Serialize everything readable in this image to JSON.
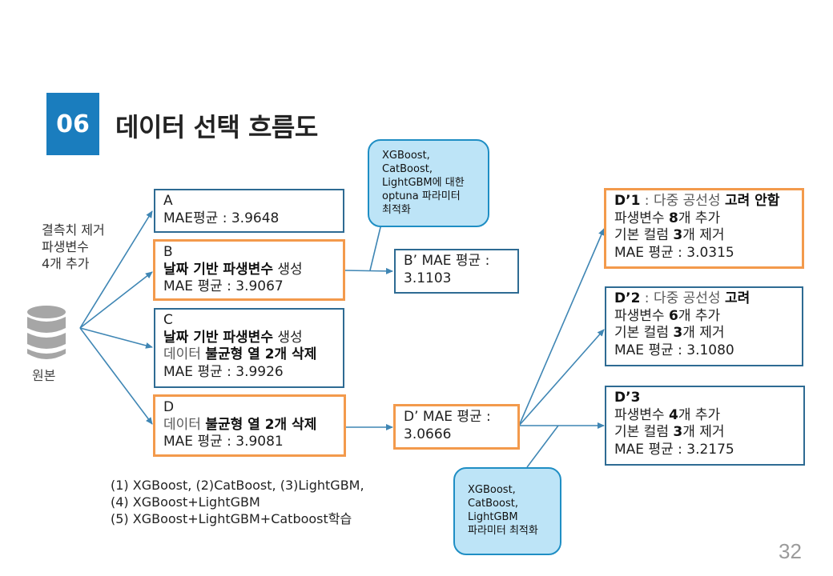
{
  "header": {
    "section_number": "06",
    "title": "데이터 선택 흐름도"
  },
  "source": {
    "icon": "database-icon",
    "caption": "원본",
    "preprocessing": [
      "결측치 제거",
      "파생변수",
      "4개 추가"
    ]
  },
  "boxes": {
    "a": {
      "name": "A",
      "mae": "MAE평균 : 3.9648"
    },
    "b": {
      "name": "B",
      "feature_bold": "날짜 기반 파생변수",
      "feature_rest": " 생성",
      "mae": "MAE 평균 : 3.9067"
    },
    "c": {
      "name": "C",
      "feature_bold": "날짜 기반 파생변수",
      "feature_rest": " 생성",
      "drop_lead": "데이터 ",
      "drop_bold": "불균형 열 2개 삭제",
      "mae": "MAE 평균 : 3.9926"
    },
    "d": {
      "name": "D",
      "drop_lead": "데이터 ",
      "drop_bold": "불균형 열 2개 삭제",
      "mae": "MAE 평균 : 3.9081"
    },
    "b_prime": {
      "line1": "B’ MAE 평균 :",
      "line2": "3.1103"
    },
    "d_prime": {
      "line1": "D’ MAE 평균 :",
      "line2": "3.0666"
    },
    "d1": {
      "name": "D’1",
      "cond_lead": " : 다중 공선성 ",
      "cond_bold": "고려 안함",
      "feat_lead": "파생변수 ",
      "feat_num": "8",
      "feat_rest": "개 추가",
      "base_lead": "기본 컬럼 ",
      "base_num": "3",
      "base_rest": "개 제거",
      "mae": "MAE 평균 : 3.0315"
    },
    "d2": {
      "name": "D’2",
      "cond_lead": " : 다중 공선성 ",
      "cond_bold": "고려",
      "feat_lead": "파생변수 ",
      "feat_num": "6",
      "feat_rest": "개 추가",
      "base_lead": "기본 컬럼 ",
      "base_num": "3",
      "base_rest": "개 제거",
      "mae": "MAE 평균 : 3.1080"
    },
    "d3": {
      "name": "D’3",
      "feat_lead": "파생변수 ",
      "feat_num": "4",
      "feat_rest": "개 추가",
      "base_lead": "기본 컬럼 ",
      "base_num": "3",
      "base_rest": "개 제거",
      "mae": "MAE 평균 : 3.2175"
    }
  },
  "callouts": {
    "top": [
      "XGBoost,",
      "CatBoost,",
      "LightGBM에 대한",
      "optuna 파라미터",
      "최적화"
    ],
    "bottom": [
      "XGBoost,",
      "CatBoost,",
      "LightGBM",
      "파라미터 최적화"
    ]
  },
  "models_legend": [
    "(1) XGBoost, (2)CatBoost, (3)LightGBM,",
    "(4) XGBoost+LightGBM",
    "(5) XGBoost+LightGBM+Catboost학습"
  ],
  "page_number": "32",
  "colors": {
    "accent_blue": "#1a7dbe",
    "box_border_blue": "#2e6b93",
    "highlight_orange": "#f39a4c",
    "callout_fill": "#bde4f7",
    "connector": "#3f86b4"
  }
}
